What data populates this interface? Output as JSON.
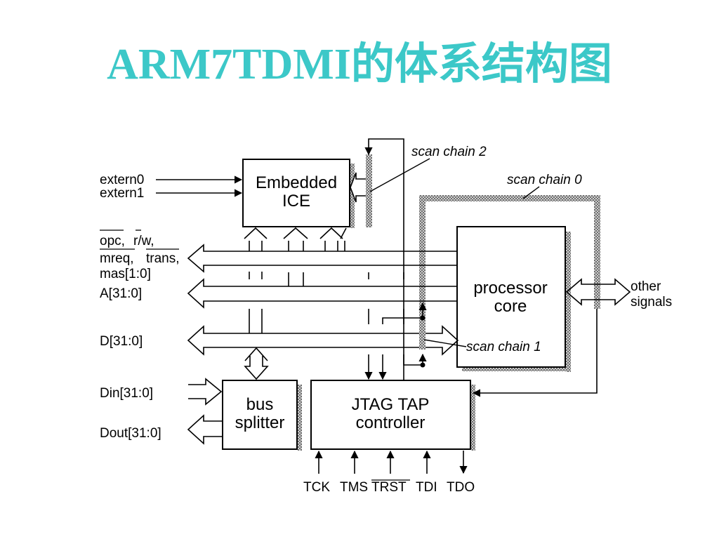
{
  "title": "ARM7TDMI的体系结构图",
  "colors": {
    "title": "#3cc8c8",
    "scan_chain": "#888888"
  },
  "blocks": {
    "ice_line1": "Embedded",
    "ice_line2": "ICE",
    "core_line1": "processor",
    "core_line2": "core",
    "splitter_line1": "bus",
    "splitter_line2": "splitter",
    "jtag_line1": "JTAG TAP",
    "jtag_line2": "controller"
  },
  "scan_chains": {
    "chain0": "scan chain 0",
    "chain1": "scan chain 1",
    "chain2": "scan chain 2"
  },
  "signals": {
    "extern0": "extern0",
    "extern1": "extern1",
    "opc": "opc,",
    "rw": "r/w,",
    "mreq": "mreq,",
    "trans": "trans,",
    "mas": "mas[1:0]",
    "addr": "A[31:0]",
    "data": "D[31:0]",
    "din": "Din[31:0]",
    "dout": "Dout[31:0]",
    "other1": "other",
    "other2": "signals"
  },
  "jtag_pins": {
    "tck": "TCK",
    "tms": "TMS",
    "trst": "TRST",
    "tdi": "TDI",
    "tdo": "TDO"
  }
}
